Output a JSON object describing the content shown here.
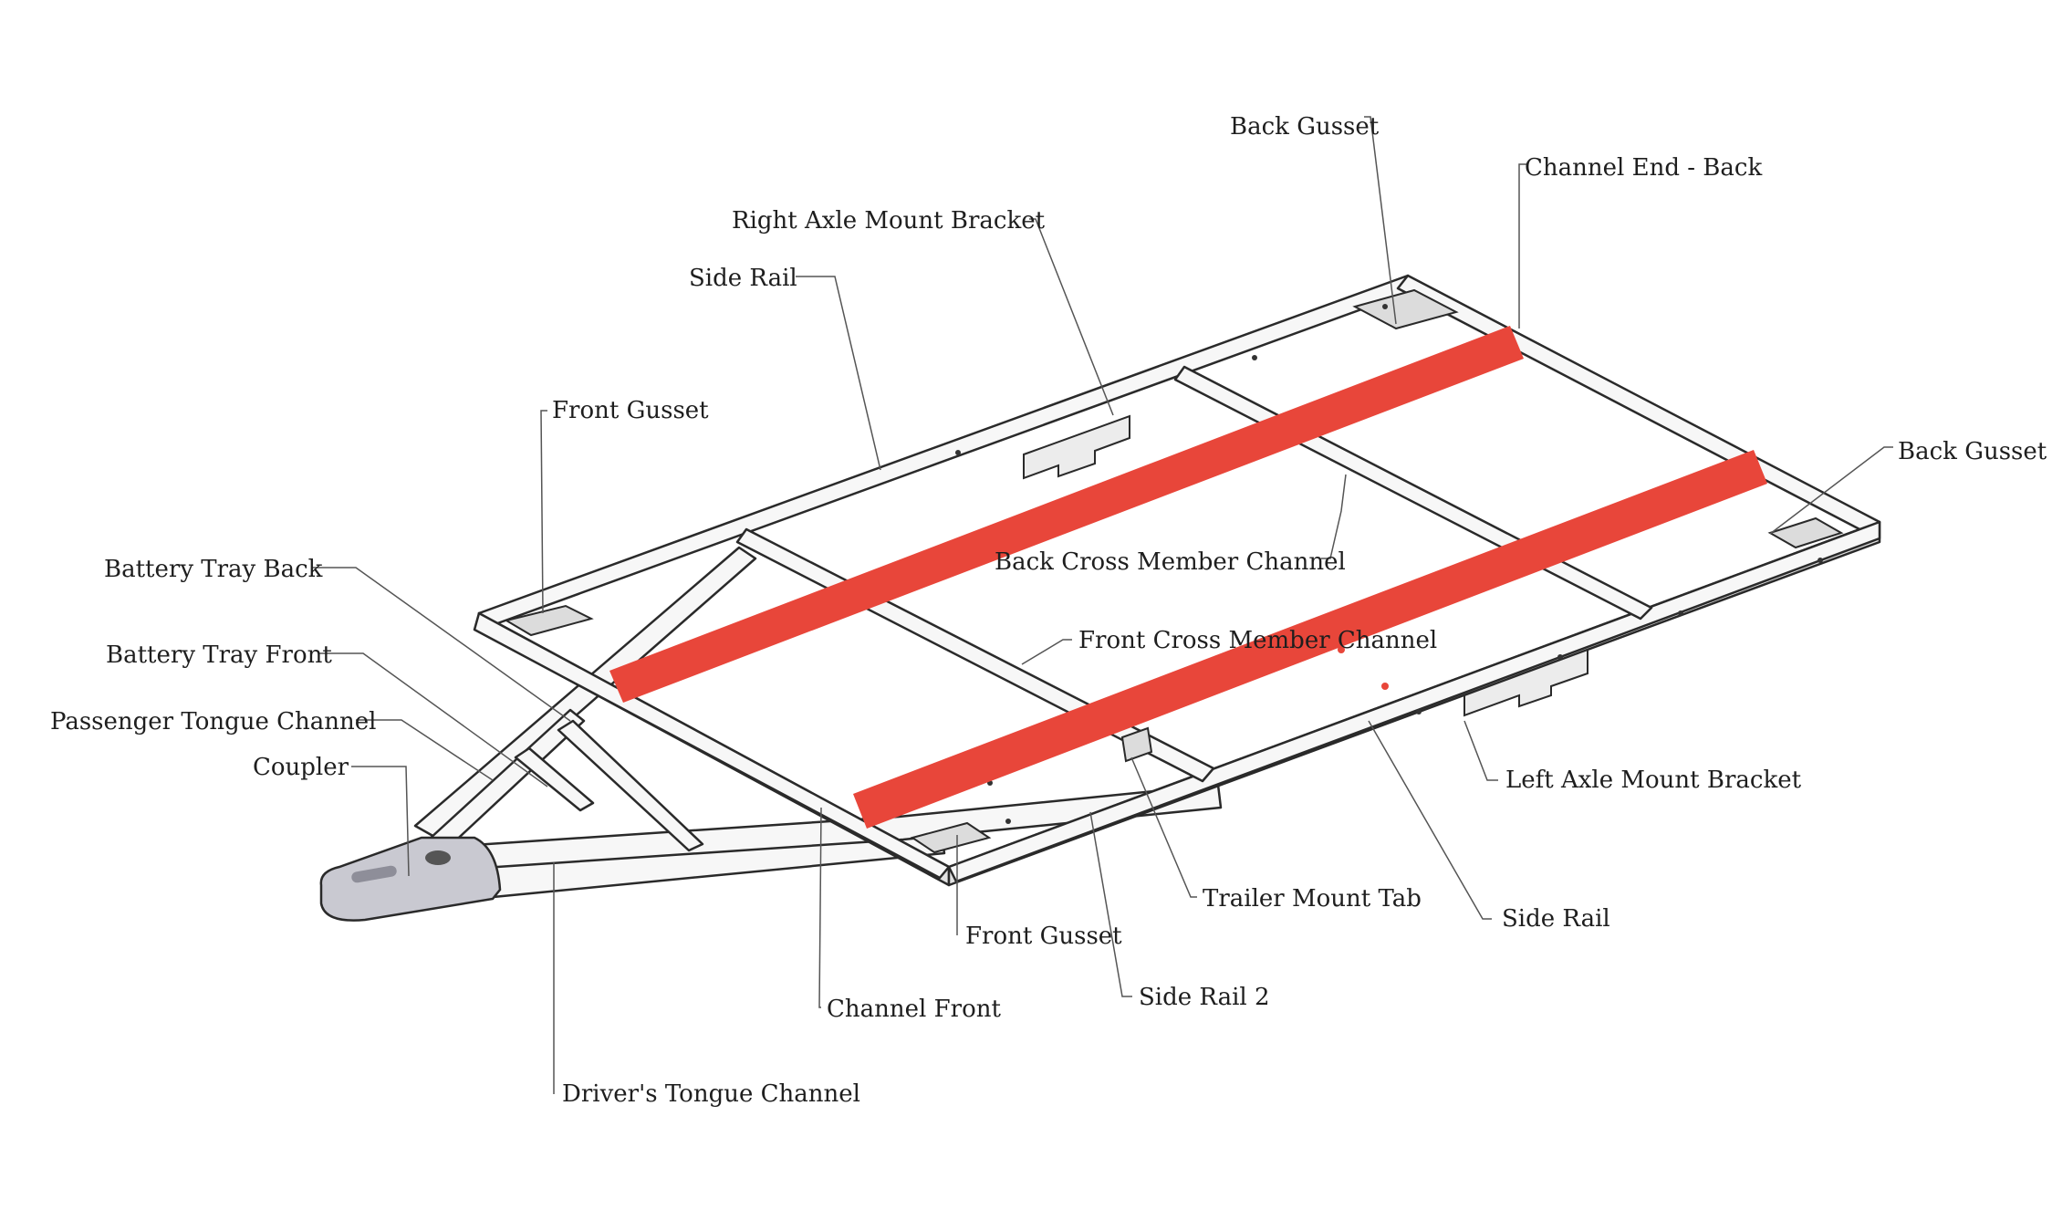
{
  "labels": {
    "back_gusset_top": "Back Gusset",
    "channel_end_back": "Channel End - Back",
    "right_axle_mount_bracket": "Right Axle Mount Bracket",
    "side_rail_top": "Side Rail",
    "front_gusset_top": "Front Gusset",
    "back_gusset_right": "Back Gusset",
    "battery_tray_back": "Battery Tray Back",
    "back_cross_member_channel": "Back Cross Member Channel",
    "battery_tray_front": "Battery Tray Front",
    "front_cross_member_channel": "Front Cross Member Channel",
    "passenger_tongue_channel": "Passenger Tongue Channel",
    "coupler": "Coupler",
    "left_axle_mount_bracket": "Left Axle Mount Bracket",
    "trailer_mount_tab": "Trailer Mount Tab",
    "side_rail_bottom": "Side Rail",
    "front_gusset_bottom": "Front Gusset",
    "side_rail_2": "Side Rail 2",
    "channel_front": "Channel Front",
    "drivers_tongue_channel": "Driver's Tongue Channel"
  },
  "colors": {
    "highlight": "#e8463a",
    "frame": "#f7f7f7",
    "line": "#2a2a2a"
  }
}
